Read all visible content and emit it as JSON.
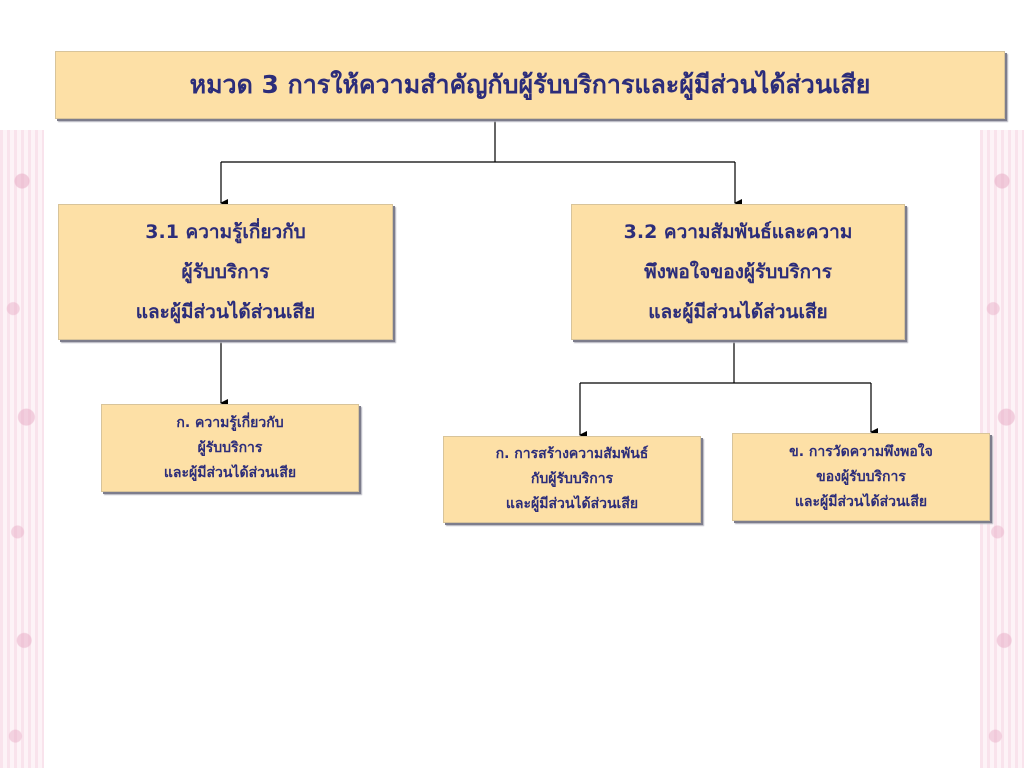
{
  "title": "หมวด 3 การให้ความสำคัญกับผู้รับบริการและผู้มีส่วนได้ส่วนเสีย",
  "node_3_1": {
    "lines": [
      "3.1 ความรู้เกี่ยวกับ",
      "ผู้รับบริการ",
      "และผู้มีส่วนได้ส่วนเสีย"
    ]
  },
  "node_3_2": {
    "lines": [
      "3.2 ความสัมพันธ์และความ",
      "พึงพอใจของผู้รับบริการ",
      "และผู้มีส่วนได้ส่วนเสีย"
    ]
  },
  "node_3_1_a": {
    "lines": [
      "ก. ความรู้เกี่ยวกับ",
      "ผู้รับบริการ",
      "และผู้มีส่วนได้ส่วนเสีย"
    ]
  },
  "node_3_2_a": {
    "lines": [
      "ก. การสร้างความสัมพันธ์",
      "กับผู้รับบริการ",
      "และผู้มีส่วนได้ส่วนเสีย"
    ]
  },
  "node_3_2_b": {
    "lines": [
      "ข. การวัดความพึงพอใจ",
      "ของผู้รับบริการ",
      "และผู้มีส่วนได้ส่วนเสีย"
    ]
  },
  "colors": {
    "box_fill": "#fde0a6",
    "text": "#2c2d7a",
    "connector": "#000000"
  }
}
